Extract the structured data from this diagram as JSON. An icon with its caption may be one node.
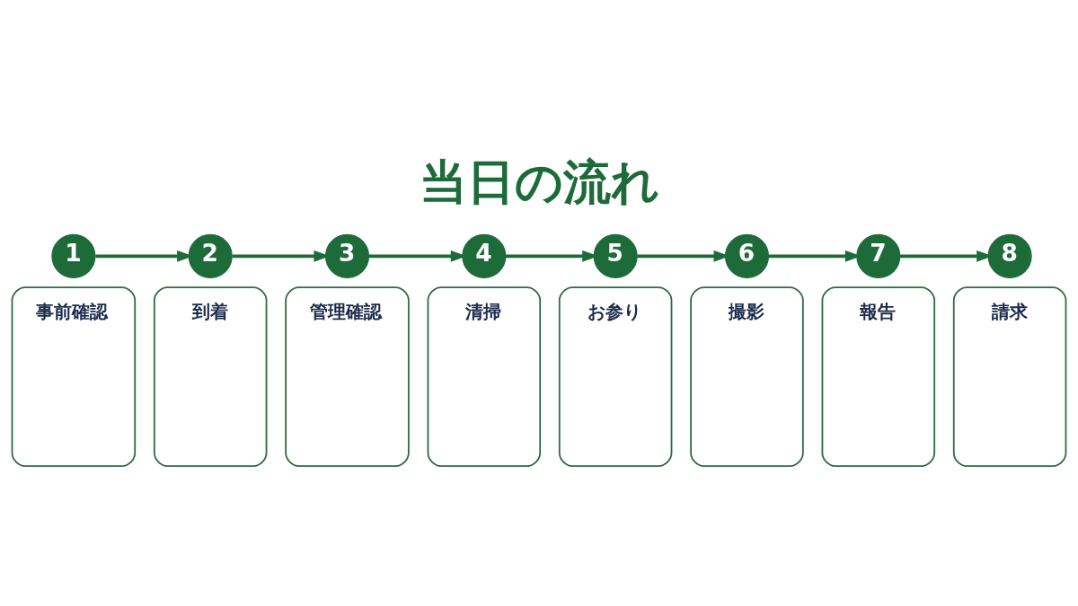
{
  "diagram": {
    "title": "当日の流れ",
    "nodes": [
      {
        "text": [
          "1"
        ]
      },
      {
        "text": [
          "2"
        ]
      },
      {
        "text": [
          "3"
        ]
      },
      {
        "text": [
          "4"
        ]
      },
      {
        "text": [
          "5"
        ]
      },
      {
        "text": [
          "6"
        ]
      },
      {
        "text": [
          "7"
        ]
      },
      {
        "text": [
          "8"
        ]
      },
      {
        "text": [
          "事前確認"
        ]
      },
      {
        "text": [
          "到着"
        ]
      },
      {
        "text": [
          "管理確認"
        ]
      },
      {
        "text": [
          "清掃"
        ]
      },
      {
        "text": [
          "お参り"
        ]
      },
      {
        "text": [
          "撮影"
        ]
      },
      {
        "text": [
          "報告"
        ]
      },
      {
        "text": [
          "請求"
        ]
      }
    ],
    "edges": [
      {
        "from": 0,
        "to": 1,
        "arrow": "to"
      },
      {
        "from": 1,
        "to": 2,
        "arrow": "to"
      },
      {
        "from": 2,
        "to": 3,
        "arrow": "to"
      },
      {
        "from": 3,
        "to": 4,
        "arrow": "to"
      },
      {
        "from": 4,
        "to": 5,
        "arrow": "to"
      },
      {
        "from": 5,
        "to": 6,
        "arrow": "to"
      },
      {
        "from": 6,
        "to": 7,
        "arrow": "to"
      }
    ]
  }
}
